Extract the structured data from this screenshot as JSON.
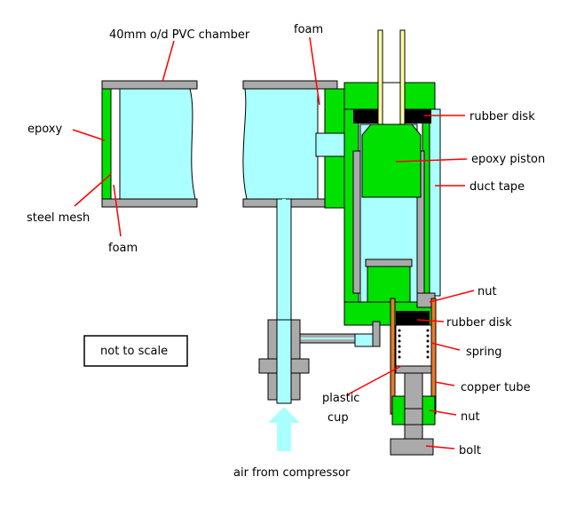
{
  "labels": {
    "chamber": "40mm o/d PVC chamber",
    "foam_top": "foam",
    "epoxy": "epoxy",
    "steel_mesh": "steel mesh",
    "foam_left": "foam",
    "rubber_disk_top": "rubber disk",
    "epoxy_piston": "epoxy piston",
    "duct_tape": "duct tape",
    "nut_upper": "nut",
    "rubber_disk_lower": "rubber disk",
    "spring": "spring",
    "copper_tube": "copper tube",
    "plastic": "plastic",
    "cup": "cup",
    "nut_lower": "nut",
    "bolt": "bolt",
    "air": "air from compressor",
    "scale": "not to scale"
  },
  "colors": {
    "water": "#aaffff",
    "green": "#00e100",
    "grey": "#aaaaaa",
    "outline": "#000000",
    "leader": "#ff0000",
    "copper": "#e87b2a",
    "rubber": "#000000",
    "tape": "#aaffff",
    "rod": "#ffffa0"
  }
}
